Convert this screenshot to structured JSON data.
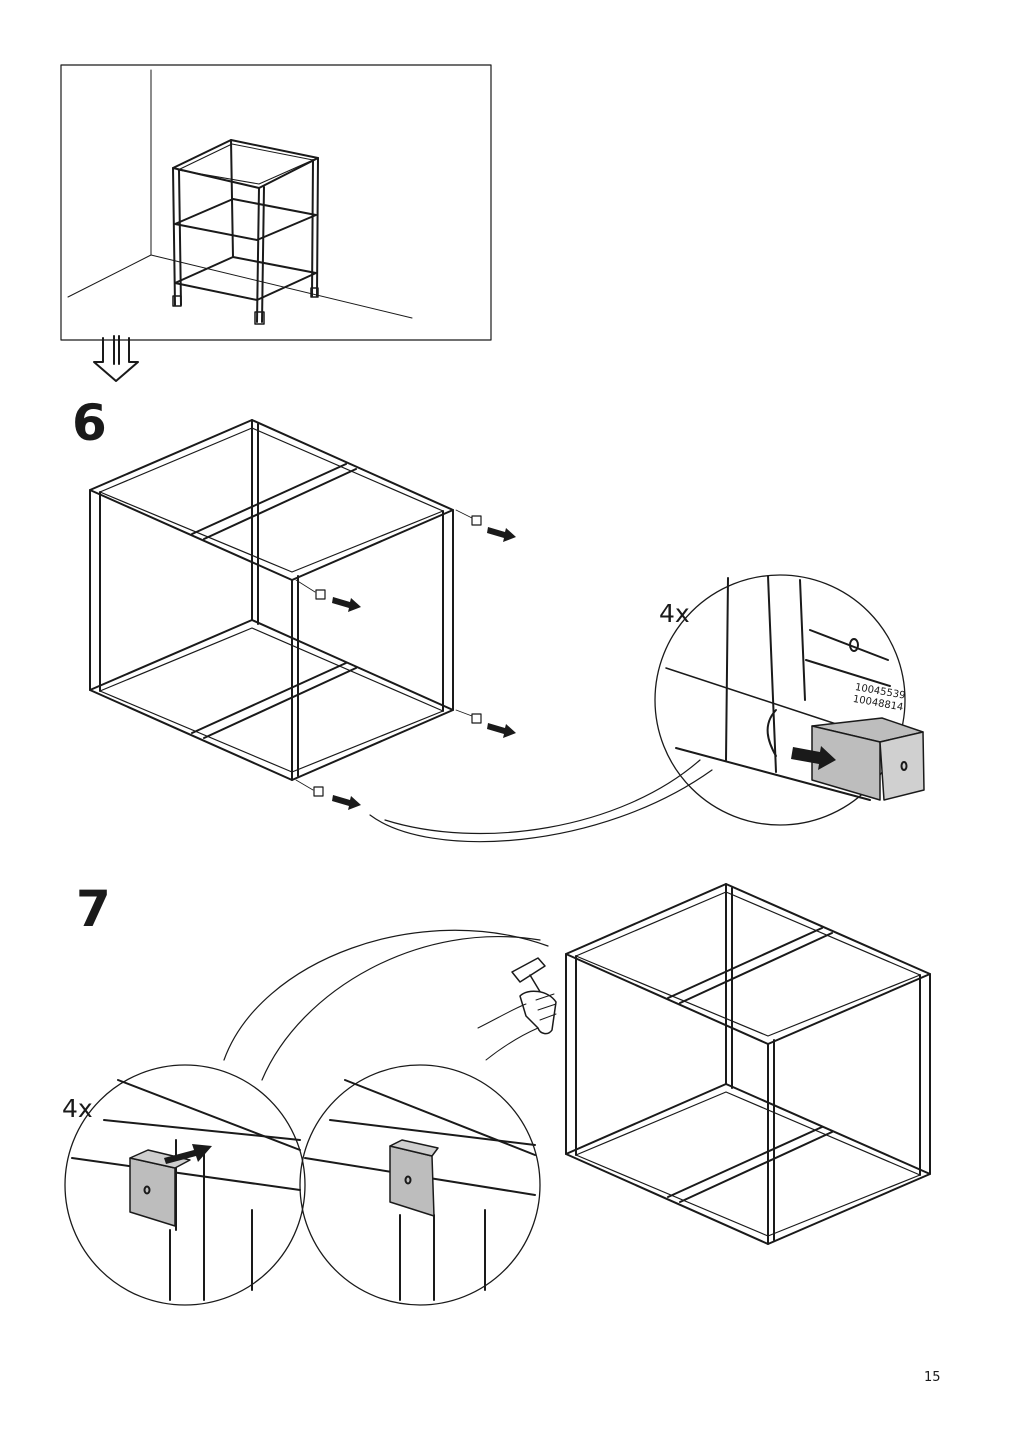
{
  "steps": [
    {
      "number": "6",
      "quantity": "4x",
      "part_numbers": [
        "10045539",
        "10048814"
      ]
    },
    {
      "number": "7",
      "quantity": "4x"
    }
  ],
  "page_number": "15"
}
